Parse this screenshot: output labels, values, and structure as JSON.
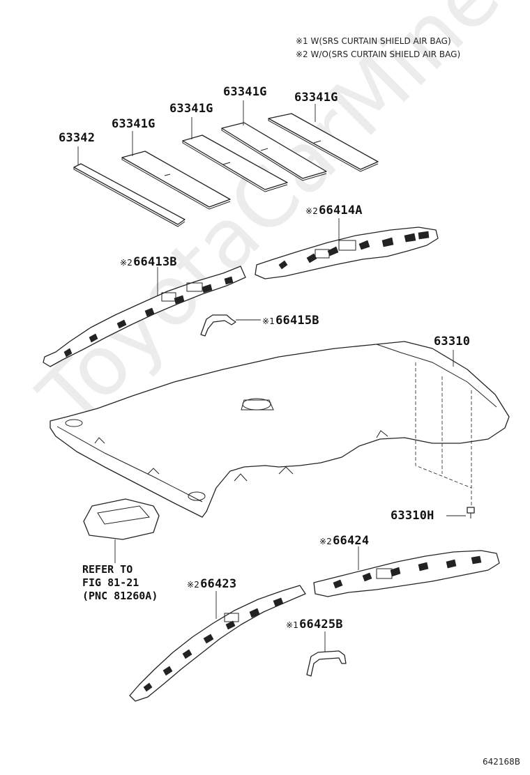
{
  "legend": {
    "note1_mark": "※1",
    "note1_text": "W(SRS CURTAIN SHIELD AIR BAG)",
    "note2_mark": "※2",
    "note2_text": "W/O(SRS CURTAIN SHIELD AIR BAG)"
  },
  "parts": {
    "p63342": "63342",
    "p63341g_a": "63341G",
    "p63341g_b": "63341G",
    "p63341g_c": "63341G",
    "p63341g_d": "63341G",
    "p66414a": {
      "mark": "※2",
      "number": "66414A"
    },
    "p66413b": {
      "mark": "※2",
      "number": "66413B"
    },
    "p66415b": {
      "mark": "※1",
      "number": "66415B"
    },
    "p63310": "63310",
    "p63310h": "63310H",
    "p66424": {
      "mark": "※2",
      "number": "66424"
    },
    "p66423": {
      "mark": "※2",
      "number": "66423"
    },
    "p66425b": {
      "mark": "※1",
      "number": "66425B"
    }
  },
  "refer": {
    "line1": "REFER TO",
    "line2": "FIG 81-21",
    "line3": "(PNC 81260A)"
  },
  "diagram_code": "642168B",
  "watermark": "ToyotaCarMine.ru"
}
